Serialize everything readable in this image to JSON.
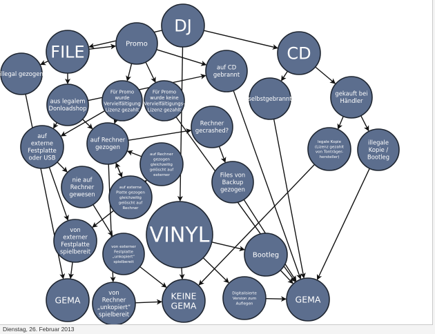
{
  "footer": {
    "date": "Dienstag, 26. Februar 2013"
  },
  "colors": {
    "node_fill": "#5c6e8e",
    "node_stroke": "#1e2530",
    "edge": "#111111",
    "text": "#ffffff",
    "background": "#ffffff"
  },
  "nodes": [
    {
      "id": "dj",
      "lines": [
        "DJ"
      ],
      "size": "xl"
    },
    {
      "id": "file",
      "lines": [
        "FILE"
      ],
      "size": "xl"
    },
    {
      "id": "promo",
      "lines": [
        "Promo"
      ],
      "size": "m"
    },
    {
      "id": "cd",
      "lines": [
        "CD"
      ],
      "size": "xl"
    },
    {
      "id": "illegal-gezogen",
      "lines": [
        "illegal gezogen"
      ],
      "size": "s"
    },
    {
      "id": "auf-cd-gebrannt",
      "lines": [
        "auf CD",
        "gebrannt"
      ],
      "size": "s"
    },
    {
      "id": "legaler-downloadshop",
      "lines": [
        "aus legalem",
        "Donloadshop"
      ],
      "size": "s"
    },
    {
      "id": "promo-lizenz-gezahlt",
      "lines": [
        "Für Promo",
        "wurde",
        "Vervielfältigung",
        "Lizenz gezahlt"
      ],
      "size": "xs"
    },
    {
      "id": "promo-keine-lizenz",
      "lines": [
        "Für Promo",
        "wurde keine",
        "Vervielfältigungs-",
        "Lizenz gezahlt"
      ],
      "size": "xs"
    },
    {
      "id": "selbstgebrannt",
      "lines": [
        "selbstgebrannt"
      ],
      "size": "s"
    },
    {
      "id": "gekauft-haendler",
      "lines": [
        "gekauft bei",
        "Händler"
      ],
      "size": "s"
    },
    {
      "id": "externe-festplatte-usb",
      "lines": [
        "auf",
        "externe",
        "Festplatte",
        "oder USB"
      ],
      "size": "s"
    },
    {
      "id": "auf-rechner-gezogen",
      "lines": [
        "auf Rechner",
        "gezogen"
      ],
      "size": "s"
    },
    {
      "id": "rechner-gecrashed",
      "lines": [
        "Rechner",
        "gecrashed?"
      ],
      "size": "s"
    },
    {
      "id": "rechner-geloescht-externer",
      "lines": [
        "auf Rechner",
        "gezogen",
        "gleichzeitig",
        "gelöscht auf",
        "externer"
      ],
      "size": "xxs"
    },
    {
      "id": "legale-kopie",
      "lines": [
        "legale Kopie",
        "(Lizenz gezahlt",
        "von Tonträger-",
        "hersteller)"
      ],
      "size": "xxs"
    },
    {
      "id": "illegale-kopie-bootleg",
      "lines": [
        "illegale",
        "Kopie /",
        "Bootleg"
      ],
      "size": "s"
    },
    {
      "id": "nie-auf-rechner",
      "lines": [
        "nie auf",
        "Rechner",
        "gewesen"
      ],
      "size": "s"
    },
    {
      "id": "externe-geloescht-rechner",
      "lines": [
        "auf externe",
        "Platte gezogen",
        "gleichzeitig",
        "gelöscht auf",
        "Rechner"
      ],
      "size": "xxs"
    },
    {
      "id": "files-backup",
      "lines": [
        "Files von",
        "Backup",
        "gezogen"
      ],
      "size": "s"
    },
    {
      "id": "vinyl",
      "lines": [
        "VINYL"
      ],
      "size": "xxl"
    },
    {
      "id": "externe-spielbereit",
      "lines": [
        "von",
        "externer",
        "Festplatte",
        "spielbereit"
      ],
      "size": "s"
    },
    {
      "id": "externe-unkopiert-spielbereit",
      "lines": [
        "von externer",
        "Festplatte",
        "„unkopiert“",
        "spielbereit"
      ],
      "size": "xxs"
    },
    {
      "id": "bootleg",
      "lines": [
        "Bootleg"
      ],
      "size": "m"
    },
    {
      "id": "gema-left",
      "lines": [
        "GEMA"
      ],
      "size": "l"
    },
    {
      "id": "rechner-unkopiert-spielbereit",
      "lines": [
        "von",
        "Rechner",
        "„unkopiert“",
        "spielbereit"
      ],
      "size": "s"
    },
    {
      "id": "keine-gema",
      "lines": [
        "KEINE",
        "GEMA"
      ],
      "size": "l"
    },
    {
      "id": "digitalisierte-version",
      "lines": [
        "Digitalisierte",
        "Version zum",
        "Auflegen"
      ],
      "size": "xxs"
    },
    {
      "id": "gema-right",
      "lines": [
        "GEMA"
      ],
      "size": "l"
    }
  ],
  "edges": [
    {
      "from": "dj",
      "to": "file"
    },
    {
      "from": "dj",
      "to": "cd"
    },
    {
      "from": "dj",
      "to": "vinyl"
    },
    {
      "from": "file",
      "to": "illegal-gezogen"
    },
    {
      "from": "file",
      "to": "promo"
    },
    {
      "from": "file",
      "to": "legaler-downloadshop"
    },
    {
      "from": "promo",
      "to": "promo-lizenz-gezahlt"
    },
    {
      "from": "promo",
      "to": "promo-keine-lizenz"
    },
    {
      "from": "promo",
      "to": "auf-cd-gebrannt"
    },
    {
      "from": "legaler-downloadshop",
      "to": "auf-cd-gebrannt"
    },
    {
      "from": "legaler-downloadshop",
      "to": "externe-festplatte-usb"
    },
    {
      "from": "legaler-downloadshop",
      "to": "auf-rechner-gezogen"
    },
    {
      "from": "promo-lizenz-gezahlt",
      "to": "externe-festplatte-usb"
    },
    {
      "from": "promo-lizenz-gezahlt",
      "to": "auf-rechner-gezogen"
    },
    {
      "from": "cd",
      "to": "selbstgebrannt"
    },
    {
      "from": "cd",
      "to": "gekauft-haendler"
    },
    {
      "from": "gekauft-haendler",
      "to": "legale-kopie"
    },
    {
      "from": "gekauft-haendler",
      "to": "illegale-kopie-bootleg"
    },
    {
      "from": "auf-rechner-gezogen",
      "to": "rechner-gecrashed"
    },
    {
      "from": "rechner-gecrashed",
      "to": "files-backup"
    },
    {
      "from": "auf-rechner-gezogen",
      "to": "externe-geloescht-rechner"
    },
    {
      "from": "externe-geloescht-rechner",
      "to": "auf-rechner-gezogen"
    },
    {
      "from": "externe-geloescht-rechner",
      "to": "rechner-geloescht-externer"
    },
    {
      "from": "rechner-geloescht-externer",
      "to": "auf-rechner-gezogen"
    },
    {
      "from": "externe-festplatte-usb",
      "to": "nie-auf-rechner"
    },
    {
      "from": "externe-festplatte-usb",
      "to": "externe-spielbereit"
    },
    {
      "from": "externe-geloescht-rechner",
      "to": "externe-spielbereit"
    },
    {
      "from": "nie-auf-rechner",
      "to": "externe-unkopiert-spielbereit"
    },
    {
      "from": "auf-rechner-gezogen",
      "to": "rechner-unkopiert-spielbereit"
    },
    {
      "from": "illegal-gezogen",
      "to": "gema-left"
    },
    {
      "from": "externe-spielbereit",
      "to": "gema-left"
    },
    {
      "from": "externe-unkopiert-spielbereit",
      "to": "keine-gema"
    },
    {
      "from": "rechner-unkopiert-spielbereit",
      "to": "keine-gema"
    },
    {
      "from": "vinyl",
      "to": "keine-gema"
    },
    {
      "from": "vinyl",
      "to": "bootleg"
    },
    {
      "from": "vinyl",
      "to": "digitalisierte-version"
    },
    {
      "from": "legale-kopie",
      "to": "keine-gema"
    },
    {
      "from": "digitalisierte-version",
      "to": "gema-right"
    },
    {
      "from": "bootleg",
      "to": "gema-right"
    },
    {
      "from": "files-backup",
      "to": "gema-right"
    },
    {
      "from": "auf-cd-gebrannt",
      "to": "gema-right"
    },
    {
      "from": "selbstgebrannt",
      "to": "gema-right"
    },
    {
      "from": "promo-keine-lizenz",
      "to": "gema-right"
    },
    {
      "from": "illegale-kopie-bootleg",
      "to": "gema-right"
    }
  ]
}
